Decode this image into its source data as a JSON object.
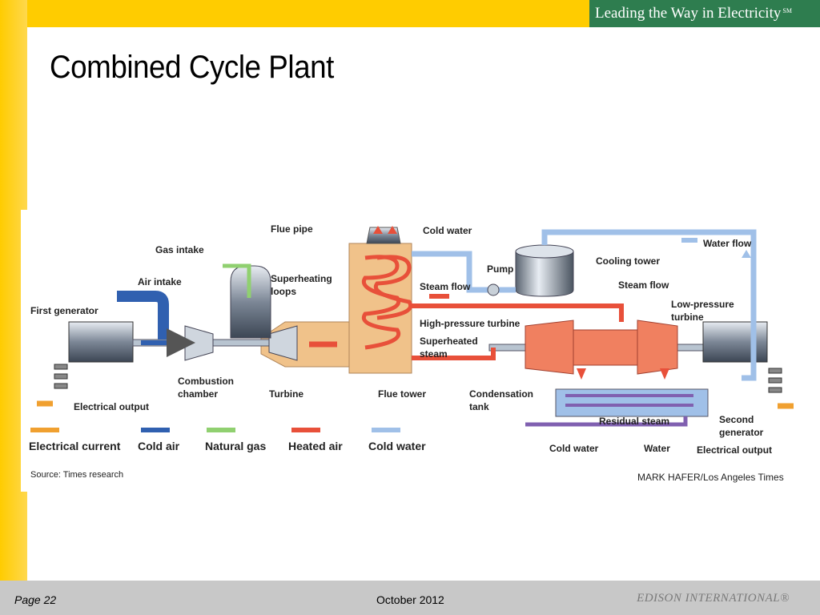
{
  "banner": {
    "text": "Leading the Way in Electricity",
    "mark": "SM"
  },
  "slide": {
    "title": "Combined Cycle Plant"
  },
  "labels": {
    "flue_pipe": "Flue pipe",
    "cold_water_top": "Cold water",
    "gas_intake": "Gas intake",
    "air_intake": "Air intake",
    "first_generator": "First generator",
    "superheating_loops_1": "Superheating",
    "superheating_loops_2": "loops",
    "pump": "Pump",
    "cooling_tower": "Cooling tower",
    "water_flow": "Water flow",
    "steam_flow_left": "Steam flow",
    "steam_flow_right": "Steam flow",
    "low_pressure_1": "Low-pressure",
    "low_pressure_2": "turbine",
    "high_pressure": "High-pressure turbine",
    "superheated_1": "Superheated",
    "superheated_2": "steam",
    "combustion_1": "Combustion",
    "combustion_2": "chamber",
    "turbine": "Turbine",
    "flue_tower": "Flue tower",
    "condensation_1": "Condensation",
    "condensation_2": "tank",
    "residual_steam": "Residual steam",
    "second_gen_1": "Second",
    "second_gen_2": "generator",
    "electrical_output_left": "Electrical output",
    "cold_water_bottom": "Cold water",
    "water": "Water",
    "electrical_output_right": "Electrical output"
  },
  "legend": [
    {
      "label": "Electrical current",
      "color": "#f0a030"
    },
    {
      "label": "Cold  air",
      "color": "#3060b0"
    },
    {
      "label": "Natural gas",
      "color": "#90d070"
    },
    {
      "label": "Heated air",
      "color": "#e8503a"
    },
    {
      "label": "Cold water",
      "color": "#a0c0e8"
    }
  ],
  "credits": {
    "source": "Source: Times research",
    "artist": "MARK HAFER/Los Angeles Times"
  },
  "footer": {
    "page": "Page  22",
    "date": "October 2012",
    "brand": "EDISON INTERNATIONAL®"
  }
}
